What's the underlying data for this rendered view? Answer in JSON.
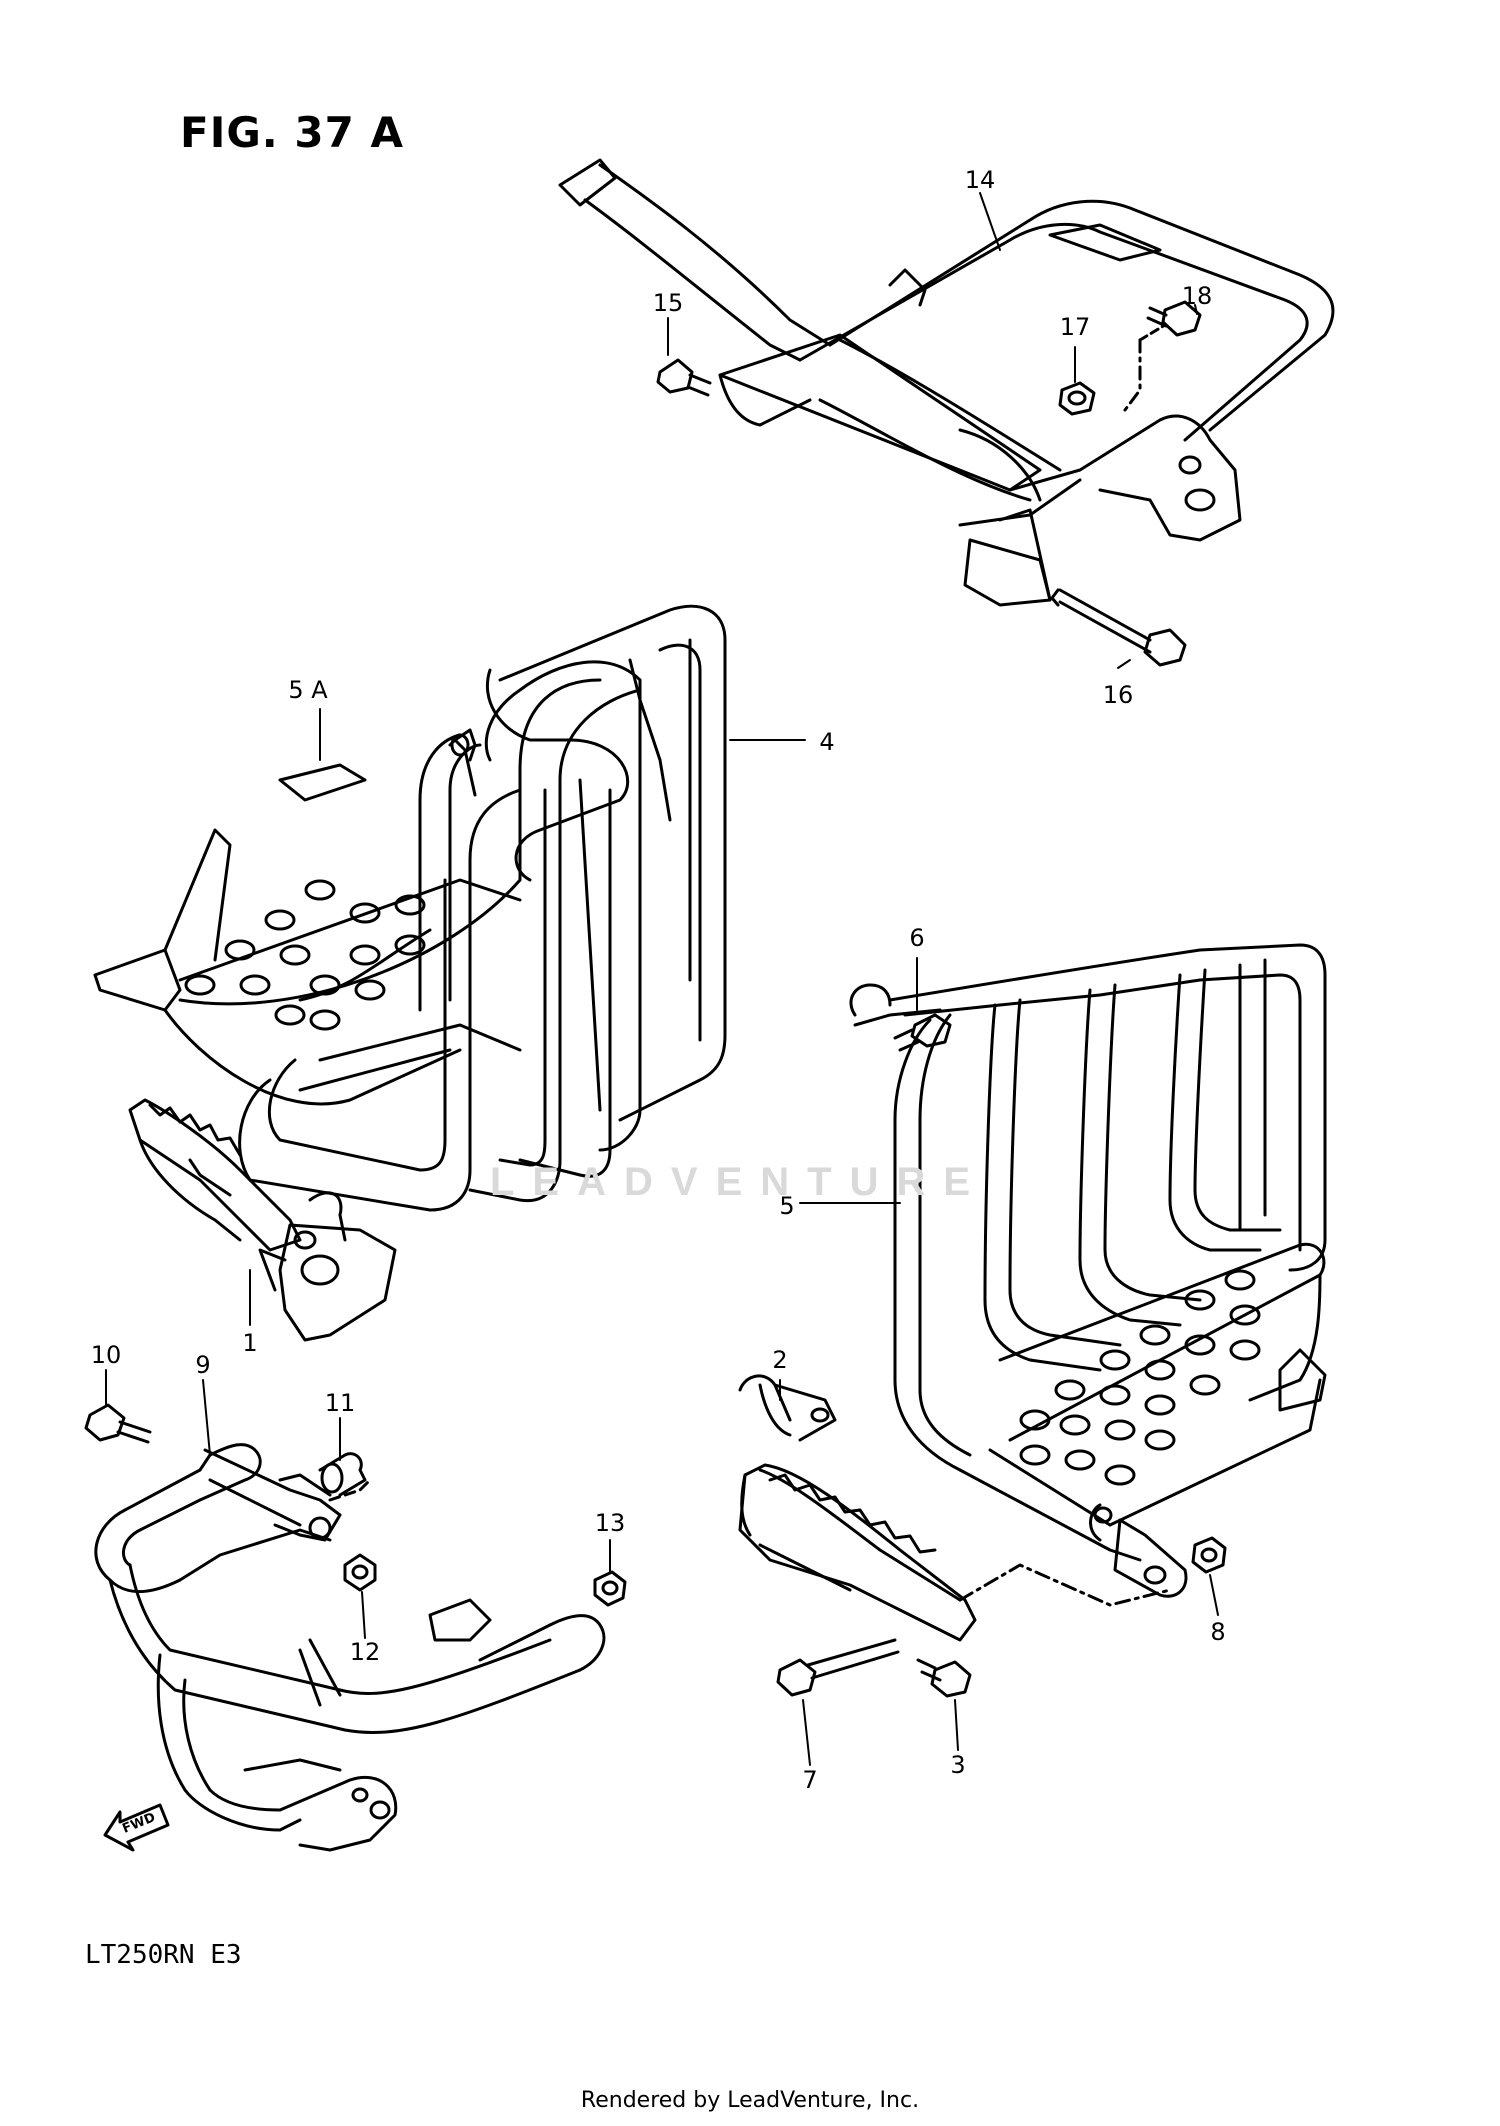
{
  "figure": {
    "title": "FIG. 37 A",
    "model": "LT250RN  E3"
  },
  "footer": "Rendered by LeadVenture, Inc.",
  "watermark": "LEADVENTURE",
  "direction_label": "FWD",
  "callouts": [
    {
      "id": "c14",
      "label": "14"
    },
    {
      "id": "c15",
      "label": "15"
    },
    {
      "id": "c17",
      "label": "17"
    },
    {
      "id": "c18",
      "label": "18"
    },
    {
      "id": "c16",
      "label": "16"
    },
    {
      "id": "c5A",
      "label": "5 A"
    },
    {
      "id": "c4",
      "label": "4"
    },
    {
      "id": "c6",
      "label": "6"
    },
    {
      "id": "c5",
      "label": "5"
    },
    {
      "id": "c1",
      "label": "1"
    },
    {
      "id": "c10",
      "label": "10"
    },
    {
      "id": "c9",
      "label": "9"
    },
    {
      "id": "c11",
      "label": "11"
    },
    {
      "id": "c2",
      "label": "2"
    },
    {
      "id": "c13",
      "label": "13"
    },
    {
      "id": "c12",
      "label": "12"
    },
    {
      "id": "c8",
      "label": "8"
    },
    {
      "id": "c7",
      "label": "7"
    },
    {
      "id": "c3",
      "label": "3"
    }
  ]
}
